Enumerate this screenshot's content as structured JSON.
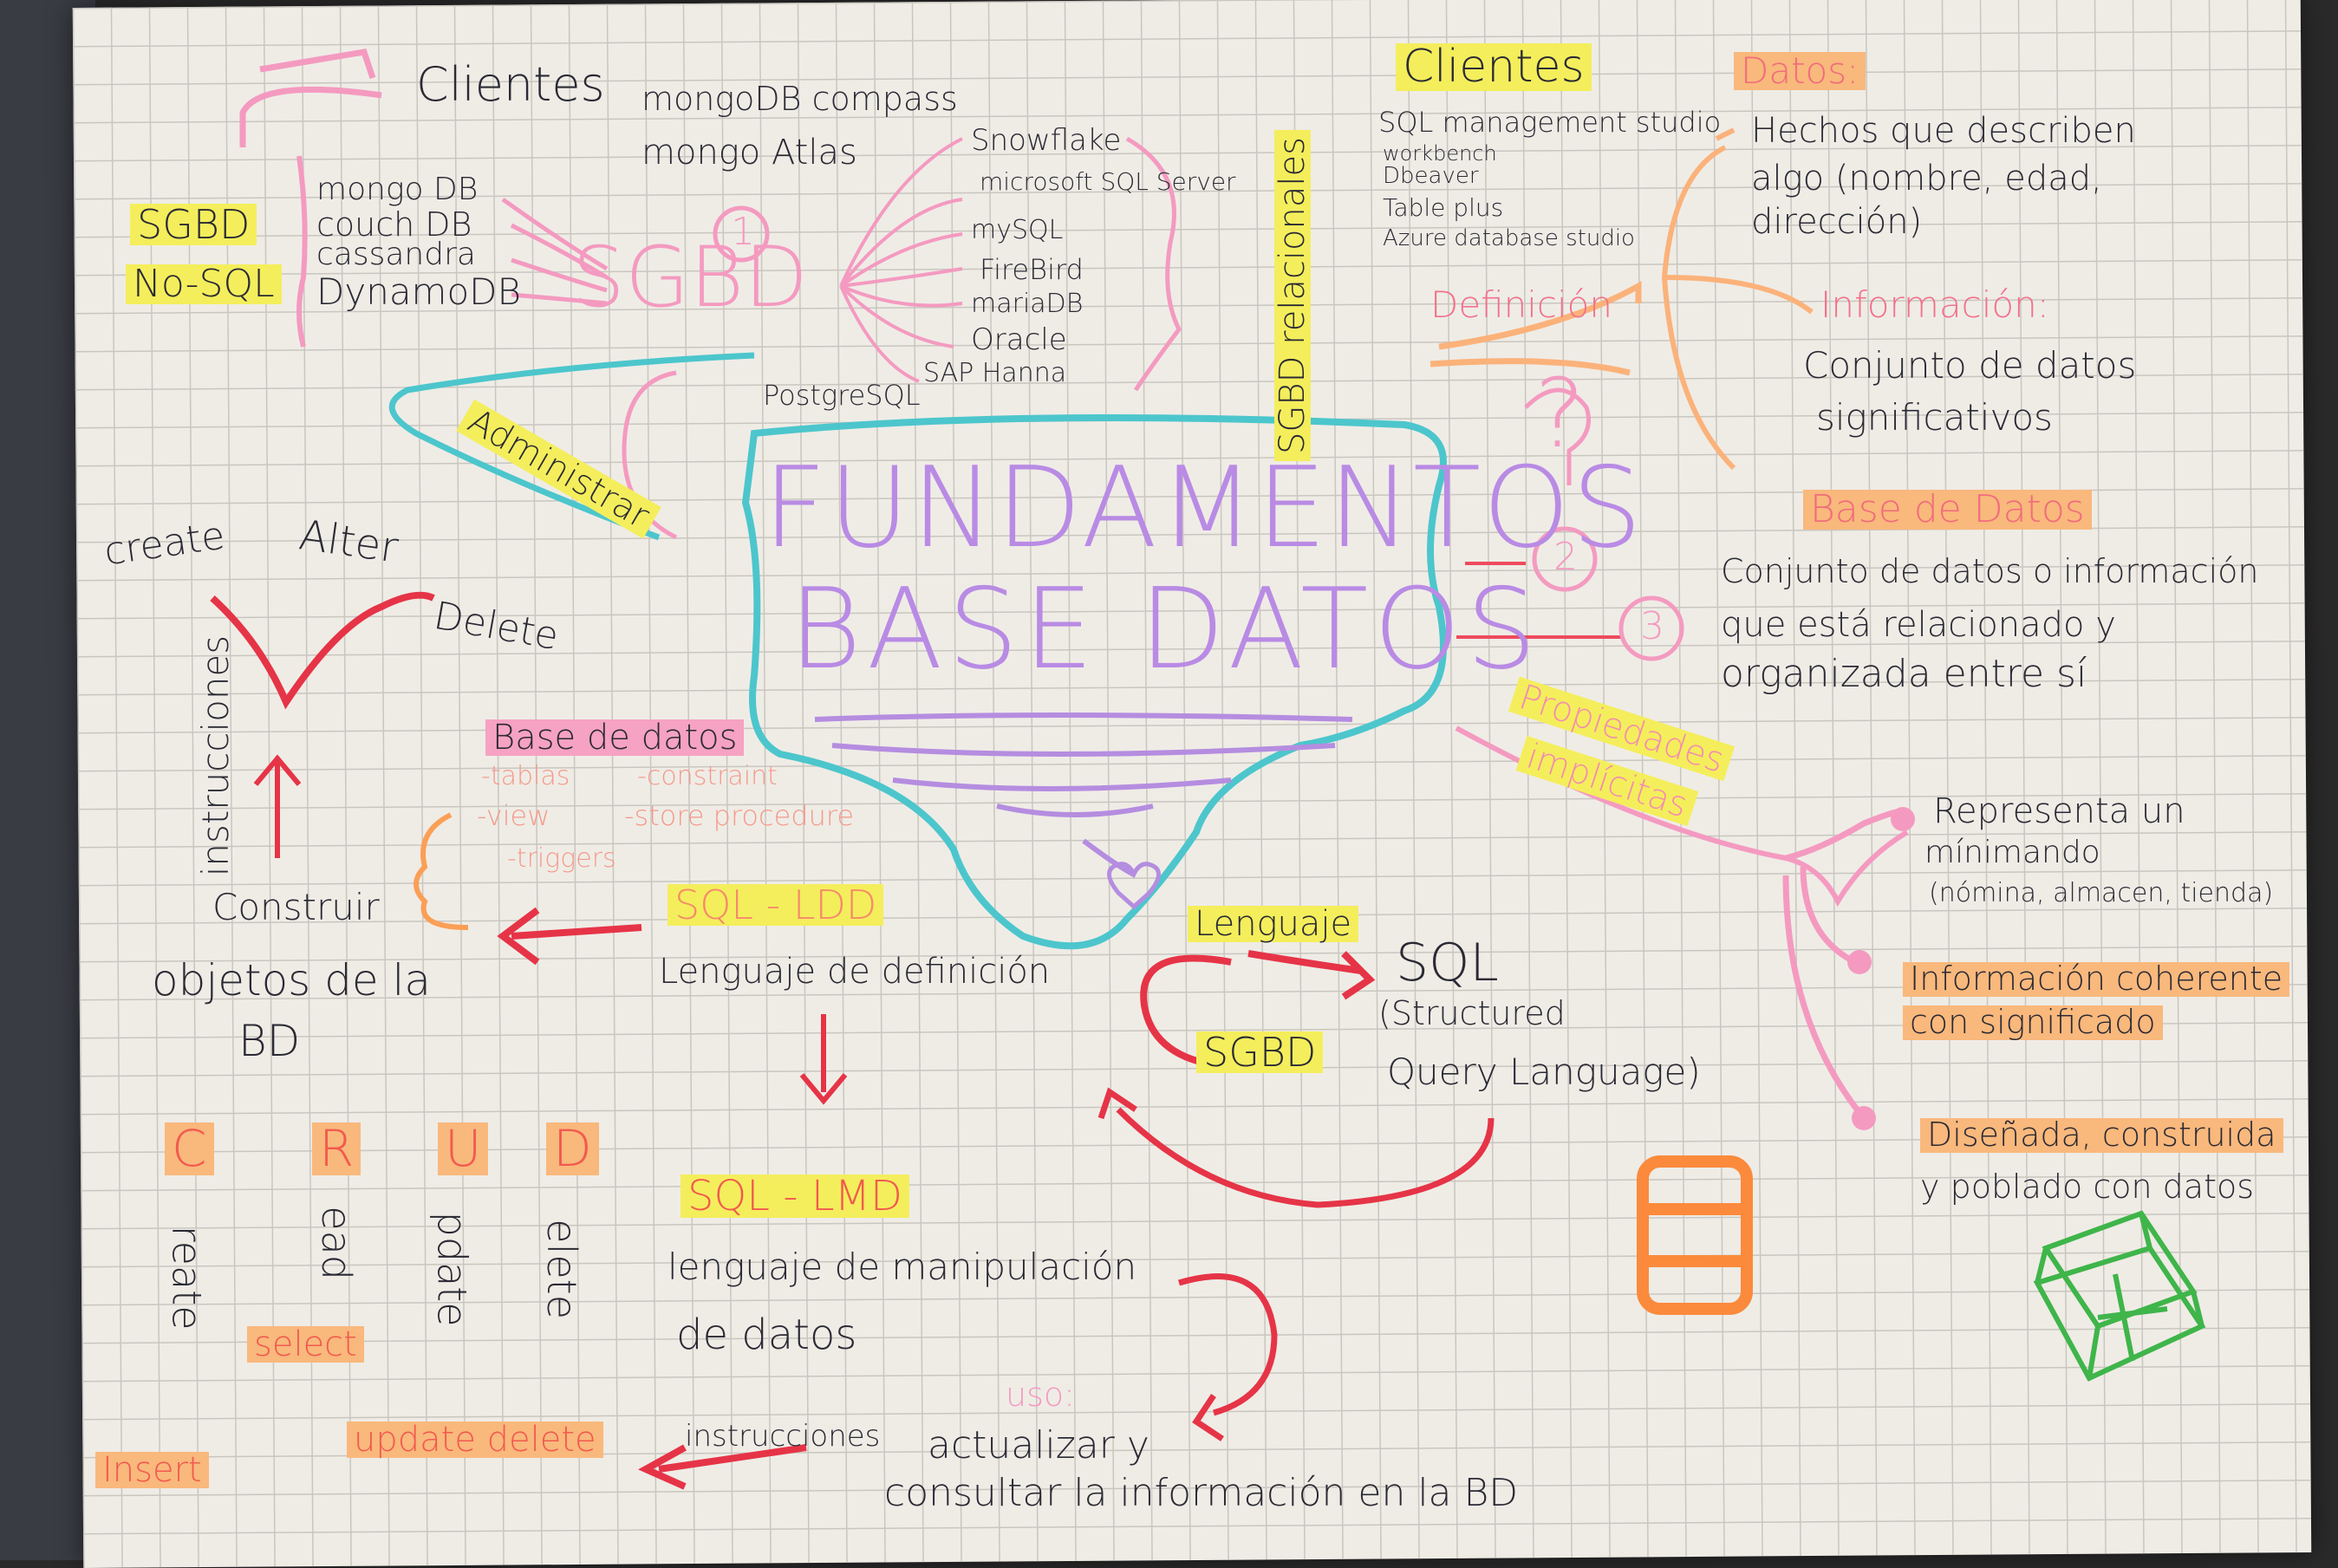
{
  "title": {
    "line1": "FUNDAMENTOS",
    "line2": "BASE DATOS"
  },
  "sgbd_center": "SGBD",
  "num1": "1",
  "num2": "2",
  "num3": "3",
  "left_top": {
    "clientes": "Clientes",
    "clients_list": [
      "mongoDB compass",
      "mongo Atlas"
    ],
    "category": [
      "SGBD",
      "No-SQL"
    ],
    "nosql_dbs": [
      "mongo DB",
      "couch DB",
      "cassandra",
      "DynamoDB"
    ]
  },
  "relational": {
    "label": "SGBD relacionales",
    "dbs": [
      "Snowflake",
      "microsoft SQL Server",
      "mySQL",
      "FireBird",
      "mariaDB",
      "Oracle",
      "SAP Hanna",
      "PostgreSQL"
    ]
  },
  "right_clients": {
    "heading": "Clientes",
    "items": [
      "SQL management studio",
      "workbench",
      "Dbeaver",
      "Table plus",
      "Azure database studio"
    ]
  },
  "definicion": {
    "label": "Definición",
    "question": "?"
  },
  "datos": {
    "heading": "Datos:",
    "desc": [
      "Hechos que describen",
      "algo (nombre, edad,",
      "dirección)"
    ]
  },
  "informacion": {
    "heading": "Información:",
    "desc": [
      "Conjunto de datos",
      "significativos"
    ]
  },
  "base_datos": {
    "heading": "Base de Datos",
    "desc": [
      "Conjunto de datos o información",
      "que está relacionado y",
      "organizada entre sí"
    ]
  },
  "propiedades": {
    "label": [
      "Propiedades",
      "implícitas"
    ],
    "items": [
      "Representa un",
      "mínimando",
      "(nómina, almacen, tienda)",
      "Información coherente",
      "con significado",
      "Diseñada, construida",
      "y poblado con datos"
    ]
  },
  "administrar": "Administrar",
  "instrucciones": {
    "label": "instrucciones",
    "create": "create",
    "alter": "Alter",
    "delete": "Delete"
  },
  "ldd": {
    "bd_heading": "Base de datos",
    "objects": [
      "-tablas",
      "-constraint",
      "-view",
      "-store procedure",
      "-triggers"
    ],
    "label": "SQL - LDD",
    "desc": "Lenguaje de definición",
    "construir": [
      "Construir",
      "objetos de la",
      "BD"
    ]
  },
  "lenguaje": {
    "label": "Lenguaje",
    "sql": "SQL",
    "expansion": [
      "(Structured",
      "Query Language)"
    ],
    "sgbd": "SGBD"
  },
  "crud": {
    "letters": [
      "C",
      "R",
      "U",
      "D"
    ],
    "vertical": [
      "reate",
      "ead",
      "pdate",
      "elete"
    ],
    "select": "select",
    "insert": "Insert",
    "update_delete": "update delete",
    "instrucciones": "instrucciones"
  },
  "lmd": {
    "label": "SQL - LMD",
    "desc": [
      "lenguaje de manipulación",
      "de datos"
    ],
    "uso": "uso:",
    "uso_desc": [
      "actualizar y",
      "consultar la información en la BD"
    ]
  }
}
